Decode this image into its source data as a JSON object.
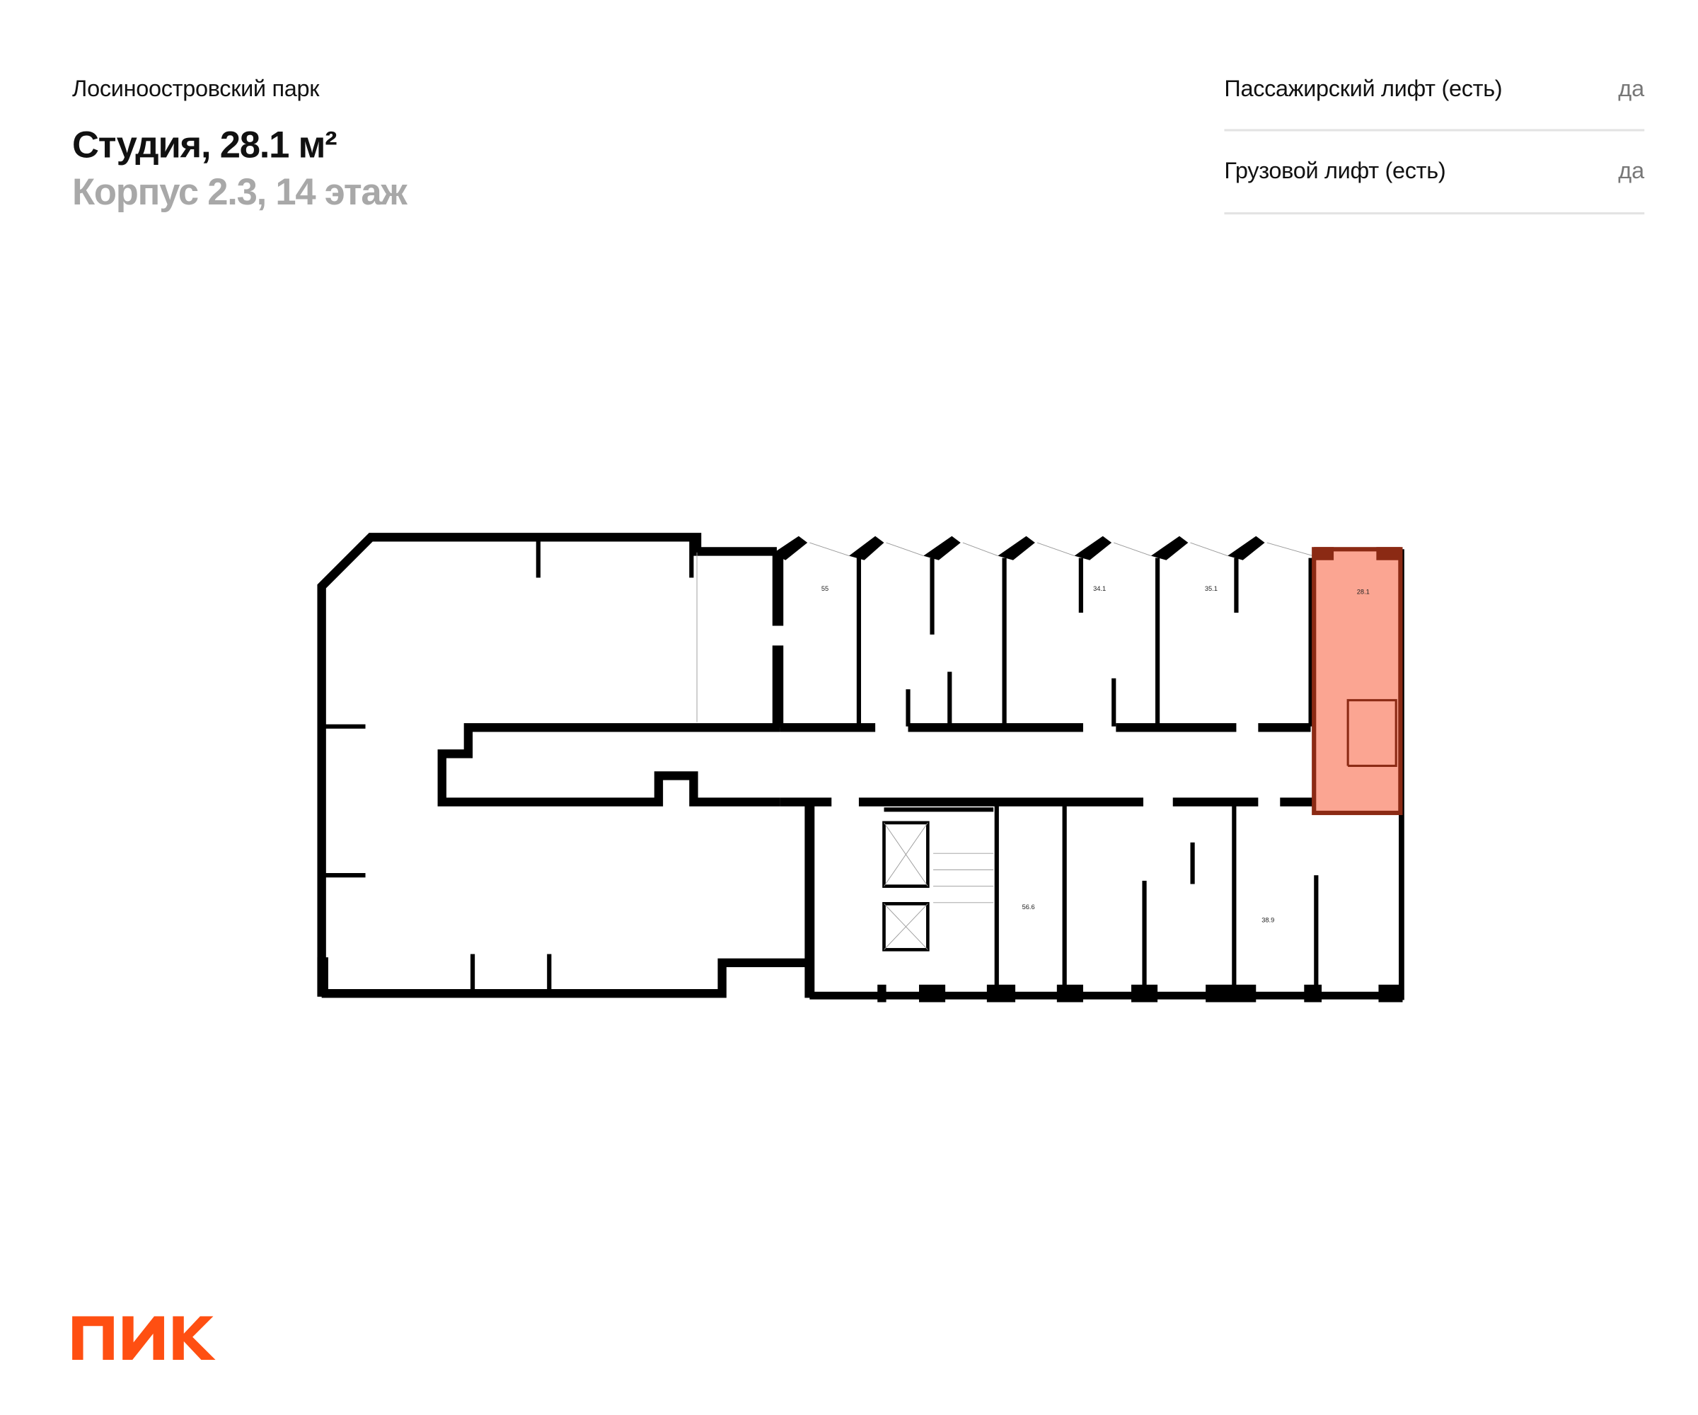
{
  "header": {
    "complex_name": "Лосиноостровский парк",
    "title": "Студия, 28.1 м²",
    "subtitle": "Корпус 2.3, 14 этаж"
  },
  "features": [
    {
      "label": "Пассажирский лифт (есть)",
      "value": "да"
    },
    {
      "label": "Грузовой лифт (есть)",
      "value": "да"
    }
  ],
  "floor_plan": {
    "highlight_color": "#FBA592",
    "highlight_border": "#8B2A14",
    "apartment_labels": [
      "55",
      "34.1",
      "35.1",
      "28.1",
      "56.6",
      "38.9"
    ],
    "selected_apartment": "28.1"
  },
  "logo": {
    "text": "ПИК",
    "color": "#FF4F12"
  }
}
